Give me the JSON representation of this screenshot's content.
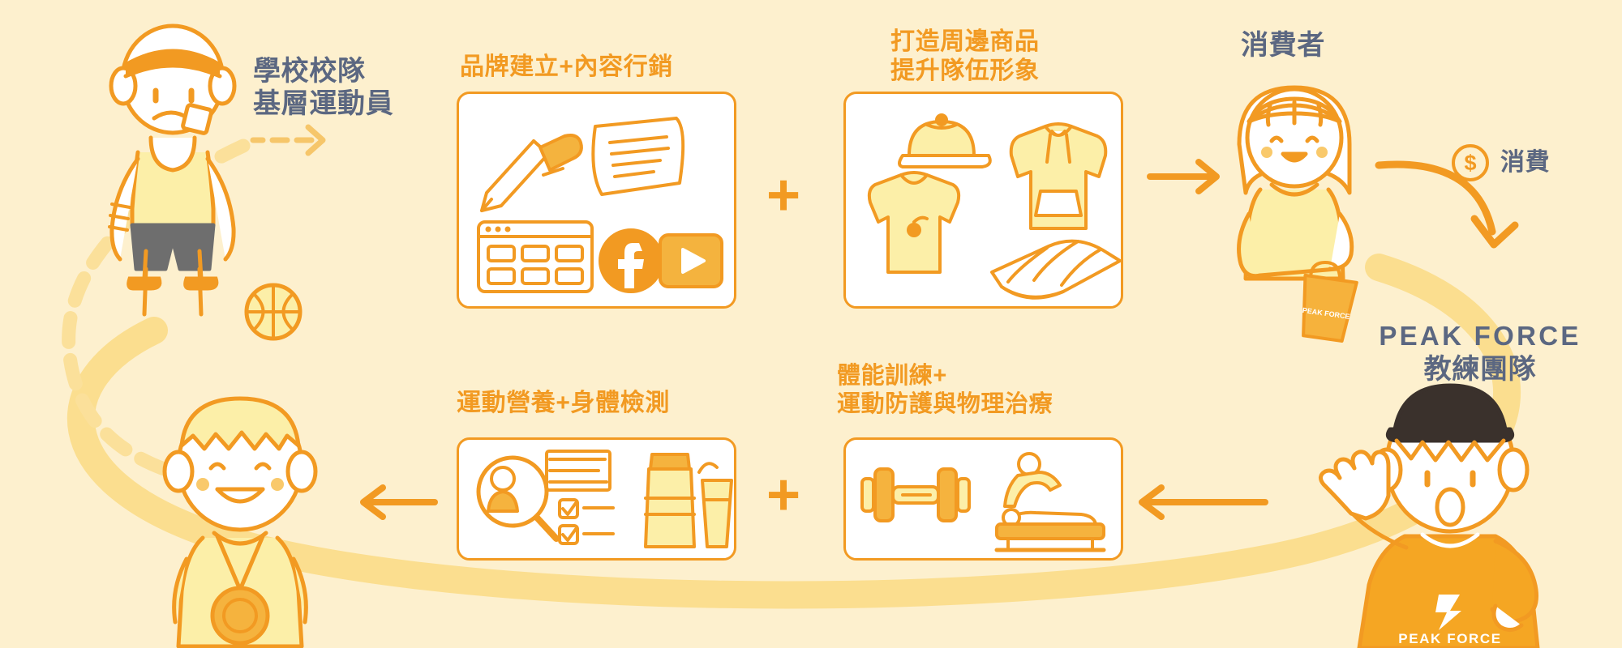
{
  "palette": {
    "background": "#FDF0CE",
    "orange": "#F29A22",
    "orange_dark": "#E8881A",
    "yellow_light": "#FBE9A8",
    "yellow_band": "#FBDE8F",
    "cream": "#FCF3D4",
    "slate": "#5B6781",
    "white": "#FFFFFF",
    "grey_shorts": "#6E6E6E"
  },
  "nodes": {
    "athlete": {
      "name": "grassroots-athlete",
      "label_line1": "學校校隊",
      "label_line2": "基層運動員"
    },
    "consumer": {
      "name": "consumer",
      "label": "消費者"
    },
    "coach": {
      "name": "peak-force-coach",
      "brand": "PEAK FORCE",
      "label": "教練團隊",
      "shirt_logo": "PEAK FORCE"
    },
    "champion": {
      "name": "medalist-athlete",
      "label": ""
    }
  },
  "cards": [
    {
      "id": "branding",
      "heading_lines": [
        "品牌建立+內容行銷"
      ],
      "icons": [
        "hand-writing-icon",
        "document-icon",
        "webpage-icon",
        "facebook-icon",
        "video-play-icon"
      ]
    },
    {
      "id": "merchandise",
      "heading_lines": [
        "打造周邊商品",
        "提升隊伍形象"
      ],
      "icons": [
        "cap-icon",
        "hoodie-icon",
        "tshirt-icon",
        "towel-icon"
      ]
    },
    {
      "id": "nutrition",
      "heading_lines": [
        "運動營養+身體檢測"
      ],
      "icons": [
        "body-check-icon",
        "magnifier-icon",
        "checklist-icon",
        "shaker-bottle-icon",
        "drink-glass-icon"
      ]
    },
    {
      "id": "training",
      "heading_lines": [
        "體能訓練+",
        "運動防護與物理治療"
      ],
      "icons": [
        "dumbbell-icon",
        "physiotherapy-icon",
        "massage-table-icon"
      ]
    }
  ],
  "connectors": {
    "plus_top": "+",
    "plus_bottom": "+",
    "spend_badge_symbol": "$",
    "spend_label": "消費"
  }
}
